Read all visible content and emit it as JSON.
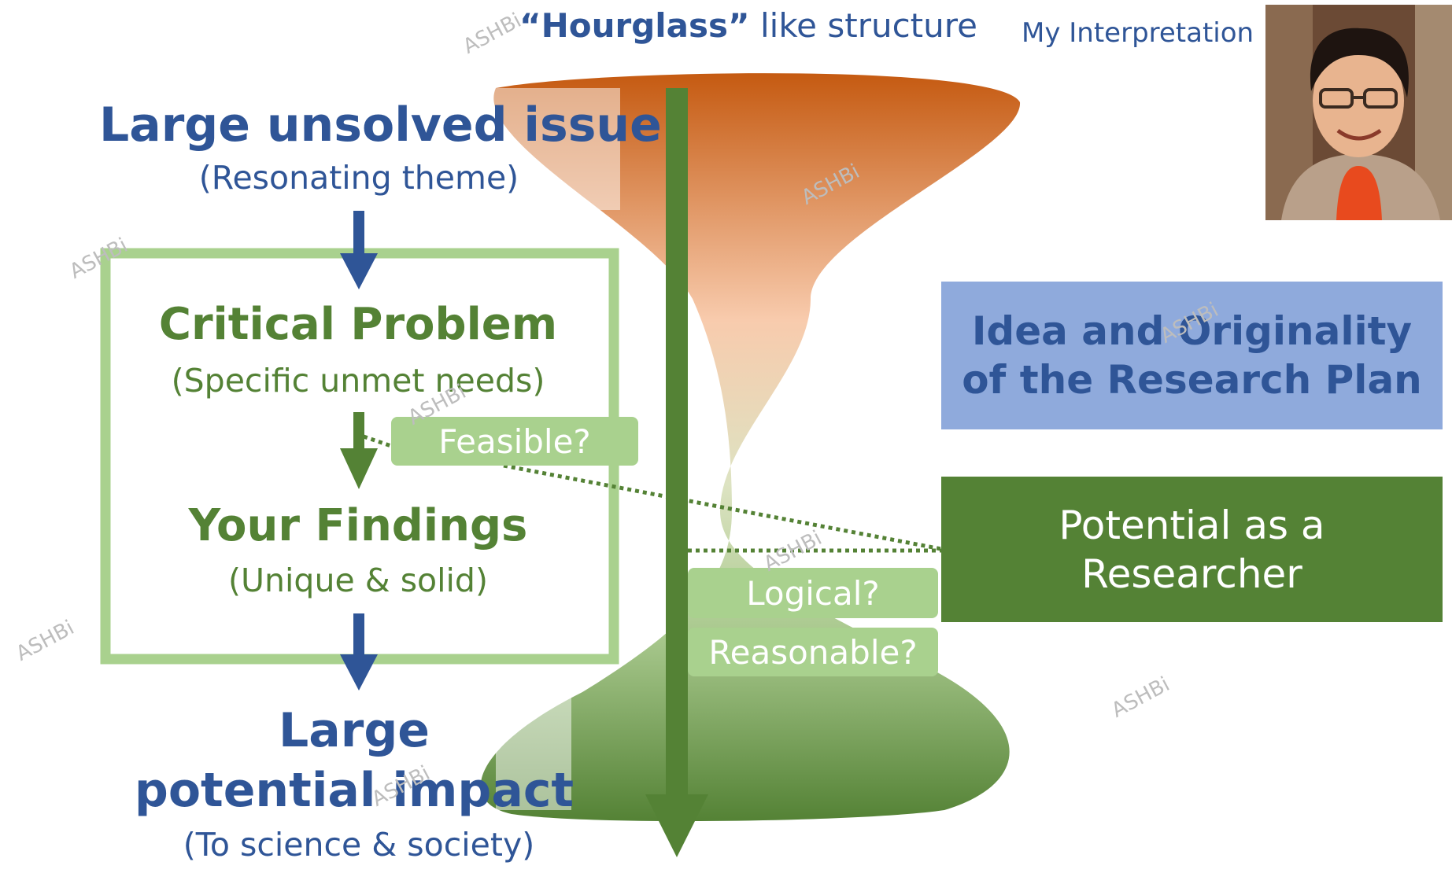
{
  "title": {
    "quoted": "“Hourglass”",
    "rest": " like structure"
  },
  "interpretation_label": "My Interpretation",
  "left_flow": {
    "top_heading": "Large unsolved issue",
    "top_sub": "(Resonating theme)",
    "critical_heading": "Critical Problem",
    "critical_sub": "(Specific unmet needs)",
    "findings_heading": "Your Findings",
    "findings_sub": "(Unique & solid)",
    "bottom_heading_line1": "Large",
    "bottom_heading_line2": "potential impact",
    "bottom_sub": "(To science & society)"
  },
  "tags": {
    "feasible": "Feasible?",
    "logical": "Logical?",
    "reasonable": "Reasonable?"
  },
  "right_boxes": {
    "idea": "Idea and Originality\nof the Research Plan",
    "potential": "Potential as a\nResearcher"
  },
  "watermark": "ASHBi",
  "colors": {
    "blue_text": "#2f5597",
    "green_text": "#548235",
    "light_green": "#a9d18e",
    "box_blue": "#8faadc",
    "hourglass_top": "#c55a11",
    "hourglass_bottom": "#548235"
  },
  "icons": {
    "portrait": "person-photo"
  }
}
